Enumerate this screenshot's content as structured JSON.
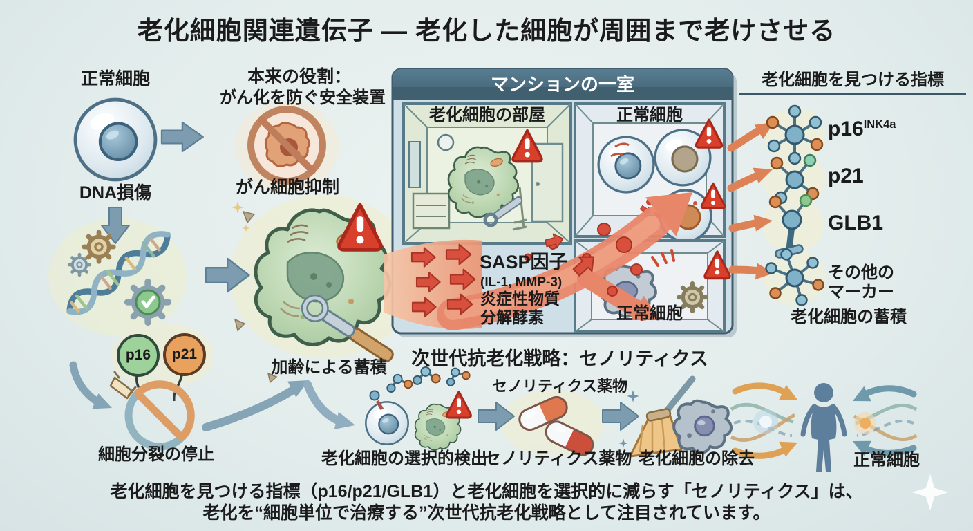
{
  "title": "老化細胞関連遺伝子 ― 老化した細胞が周囲まで老けさせる",
  "left_flow": {
    "normal_cell_label": "正常細胞",
    "dna_damage_label": "DNA損傷",
    "p16_badge": "p16",
    "p21_badge": "p21",
    "arrest_label": "細胞分裂の停止"
  },
  "original_role": {
    "heading_line1": "本来の役割：",
    "heading_line2": "がん化を防ぐ安全装置",
    "caption": "がん細胞抑制"
  },
  "senescent_cell": {
    "caption": "加齢による蓄積"
  },
  "apartment": {
    "header": "マンションの一室",
    "senescent_room_label": "老化細胞の部屋",
    "normal_room_top_label": "正常細胞",
    "normal_room_bottom_label": "正常細胞",
    "sasp_line1": "SASP因子",
    "sasp_line2": "(IL-1, MMP-3)",
    "sasp_line3": "炎症性物質",
    "sasp_line4": "分解酵素"
  },
  "markers": {
    "heading": "老化細胞を見つける指標",
    "items": [
      {
        "label": "p16",
        "sup": "INK4a"
      },
      {
        "label": "p21",
        "sup": ""
      },
      {
        "label": "GLB1",
        "sup": ""
      },
      {
        "label": "その他の",
        "label2": "マーカー"
      }
    ],
    "caption": "老化細胞の蓄積"
  },
  "senolytics": {
    "heading": "次世代抗老化戦略：セノリティクス",
    "drug_label": "セノリティクス薬物",
    "step1_label": "老化細胞の選択的検出",
    "step2_label": "セノリティクス薬物",
    "step3_label": "老化細胞の除去",
    "result_label": "正常細胞"
  },
  "footer": {
    "line1": "老化細胞を見つける指標（p16/p21/GLB1）と老化細胞を選択的に減らす「セノリティクス」は、",
    "line2": "老化を“細胞単位で治療する”次世代抗老化戦略として注目されています。"
  },
  "icons": {
    "warning-icon": "⚠",
    "no-entry-icon": "🚫",
    "wrench-icon": "🔧",
    "gear-icon": "⚙",
    "dna-icon": "🧬",
    "molecule-icon": "⚛",
    "capsule-icon": "💊",
    "broom-icon": "🧹",
    "sparkle-icon": "✦",
    "human-icon": "🧍"
  },
  "colors": {
    "background": "#e3edec",
    "text": "#1b1b1b",
    "panel_header": "#4a6b7d",
    "panel_body": "#cfdfe8",
    "warning_red": "#d8402c",
    "sasp_red": "#d94f3d",
    "sasp_band": "#e8866a",
    "arrow_blue": "#7d9cb0",
    "arrow_orange": "#e0885c",
    "senescent_green": "#a9c9a2",
    "p16_green": "#9ed29b",
    "p21_orange": "#e9a25e"
  }
}
